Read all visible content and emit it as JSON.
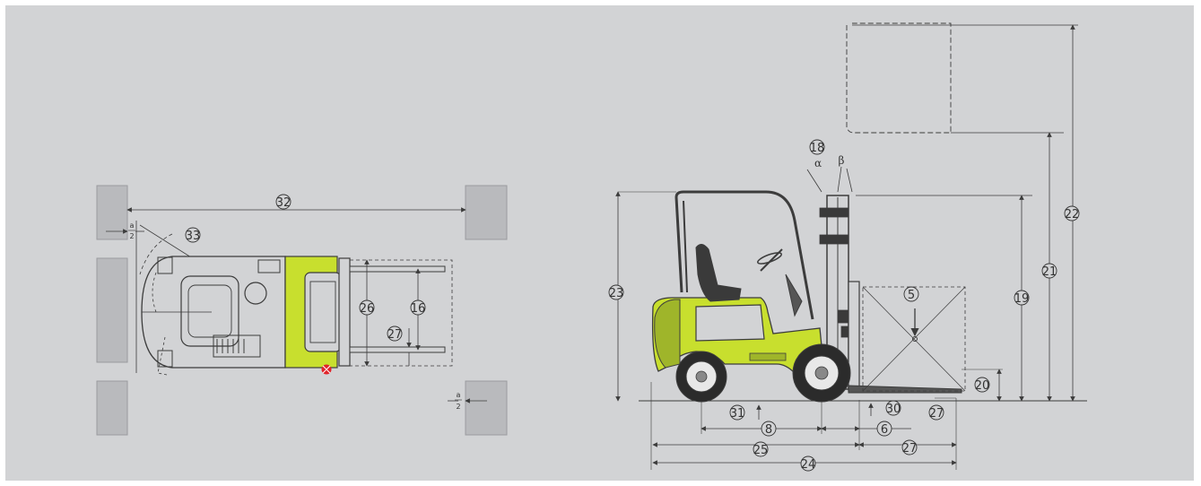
{
  "colors": {
    "background": "#d2d3d5",
    "body_green": "#c8df2e",
    "line": "#3c3c3c",
    "tyre": "#2b2b2b",
    "block": "#b9babd",
    "marker_red": "#e0232a"
  },
  "labels": {
    "n5": "5",
    "n6": "6",
    "n8": "8",
    "n16": "16",
    "n18": "18",
    "n19": "19",
    "n20": "20",
    "n21": "21",
    "n22": "22",
    "n23": "23",
    "n24": "24",
    "n25": "25",
    "n26": "26",
    "n27": "27",
    "n30": "30",
    "n31": "31",
    "n32": "32",
    "n33": "33"
  },
  "greek": {
    "alpha": "α",
    "beta": "β"
  },
  "clearance": {
    "numerator": "a",
    "denominator": "2"
  }
}
